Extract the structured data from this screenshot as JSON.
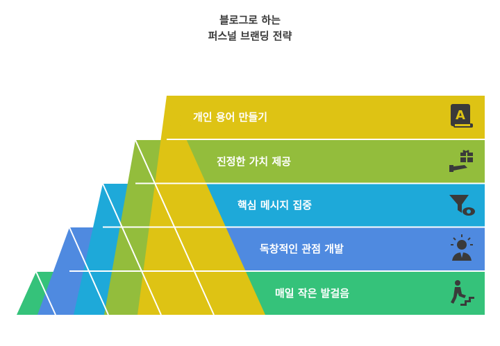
{
  "title": {
    "line1": "블로그로 하는",
    "line2": "퍼스널 브랜딩 전략"
  },
  "layers": [
    {
      "label": "개인 용어 만들기",
      "icon": "book-icon",
      "color": "#dec314"
    },
    {
      "label": "진정한 가치 제공",
      "icon": "gift-hand-icon",
      "color": "#93bd3c"
    },
    {
      "label": "핵심 메시지 집중",
      "icon": "funnel-eye-icon",
      "color": "#1ea9d9"
    },
    {
      "label": "독창적인 관점 개발",
      "icon": "lightbulb-person-icon",
      "color": "#4f8ae0"
    },
    {
      "label": "매일 작은 발걸음",
      "icon": "person-stairs-icon",
      "color": "#35c27a"
    }
  ]
}
